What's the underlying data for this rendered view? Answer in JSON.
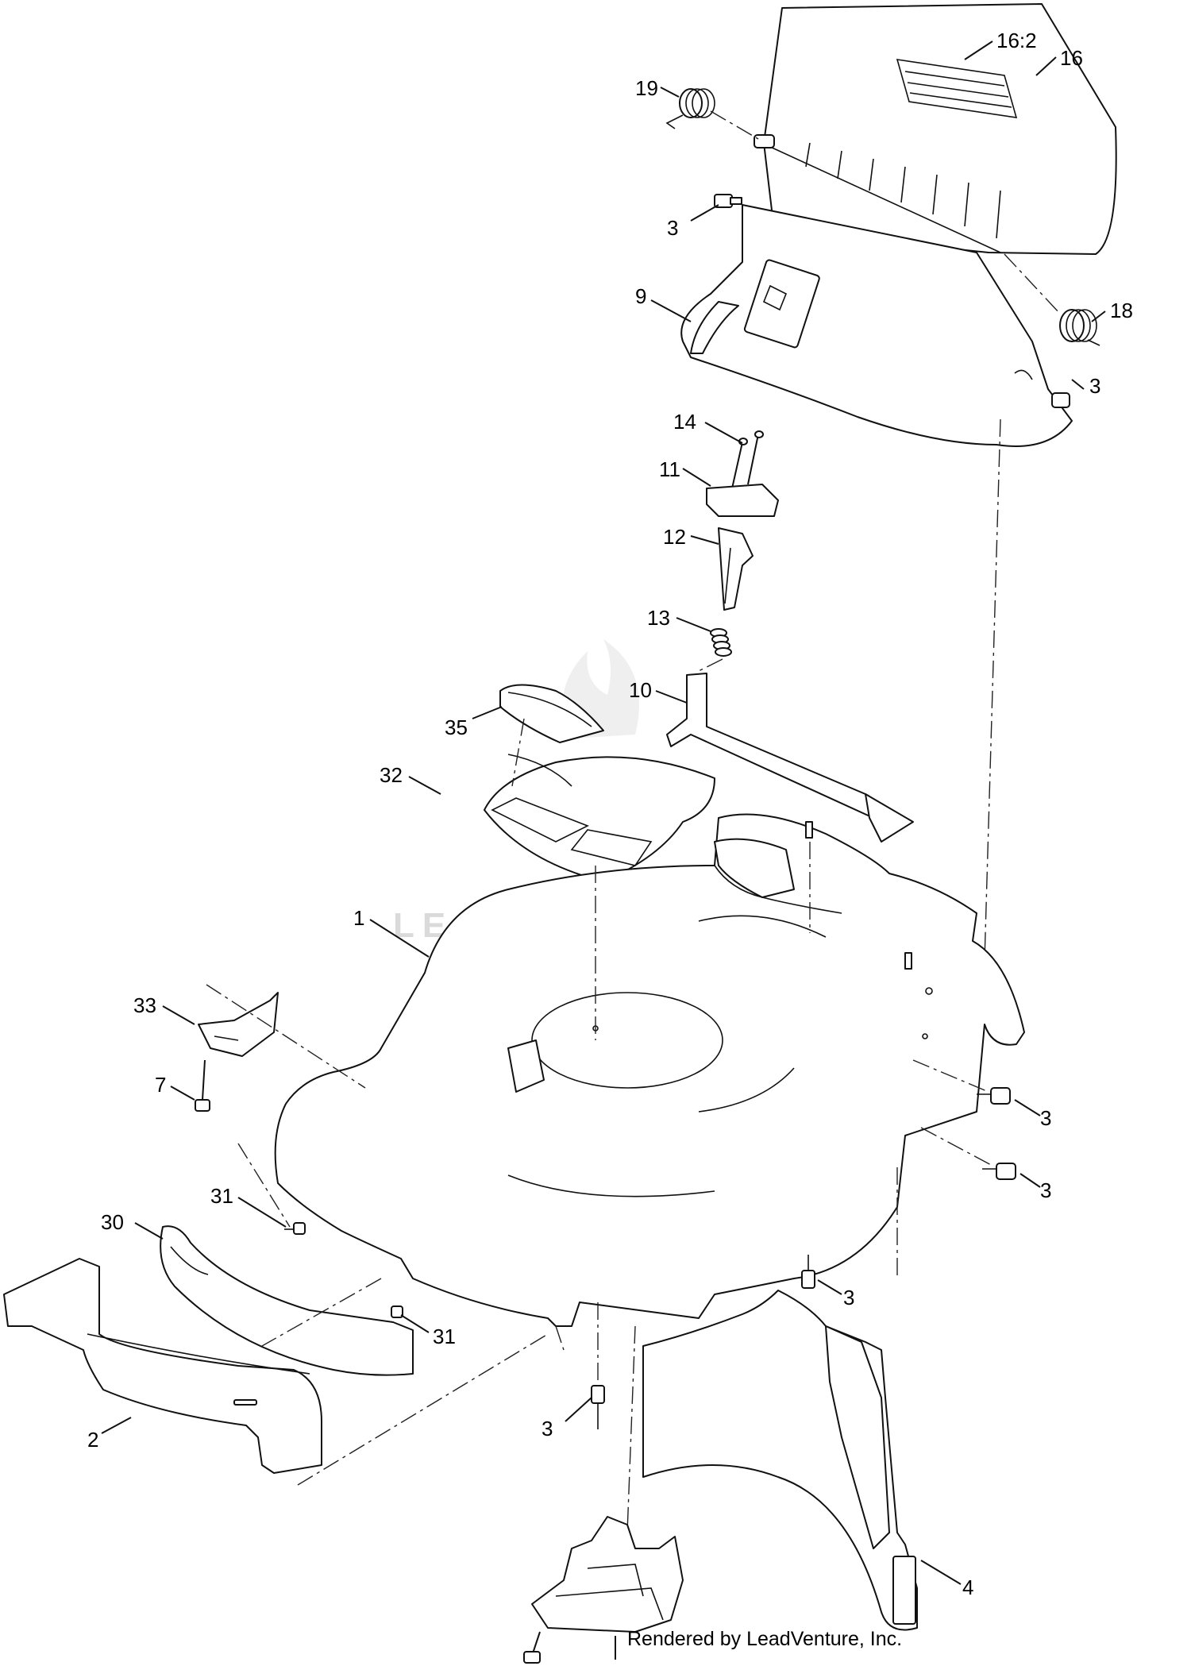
{
  "watermark": {
    "text": "LEADVENTURE"
  },
  "footer": {
    "credit": "Rendered by LeadVenture, Inc."
  },
  "callouts": {
    "c16_2": "16:2",
    "c16": "16",
    "c19": "19",
    "c3_top": "3",
    "c9": "9",
    "c18": "18",
    "c3_pin": "3",
    "c14": "14",
    "c11": "11",
    "c12": "12",
    "c13": "13",
    "c10": "10",
    "c35": "35",
    "c32": "32",
    "c1": "1",
    "c33": "33",
    "c7": "7",
    "c3_r1": "3",
    "c3_r2": "3",
    "c31_a": "31",
    "c30": "30",
    "c3_under": "3",
    "c31_b": "31",
    "c3_bot": "3",
    "c2": "2",
    "c4": "4"
  }
}
